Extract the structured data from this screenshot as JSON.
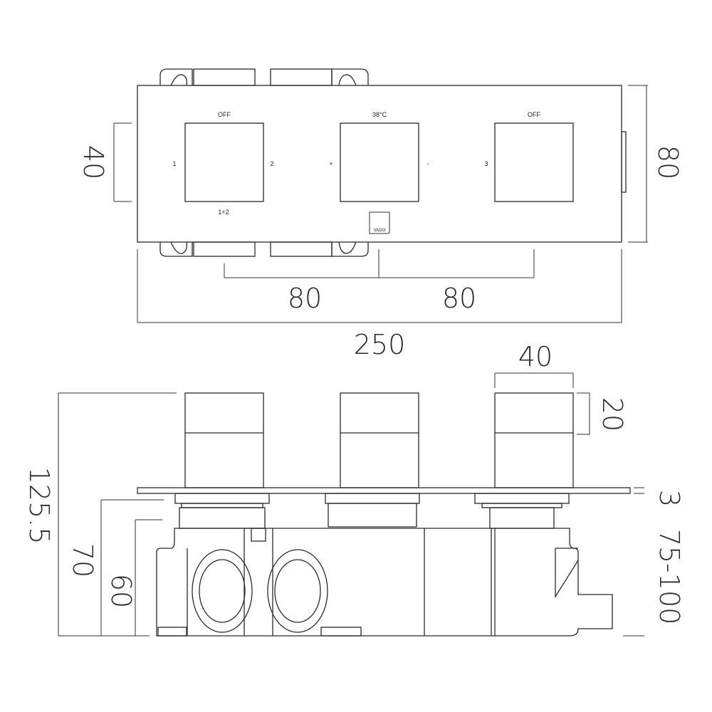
{
  "front_view": {
    "labels": {
      "left_top": "OFF",
      "center_top": "38°C",
      "right_top": "OFF",
      "left_side_1": "1",
      "left_side_2": "2",
      "left_bottom": "1+2",
      "center_plus": "+",
      "center_minus": "-",
      "right_side": "3"
    },
    "logo": "VADO",
    "dimensions": {
      "knob_height": "40",
      "plate_height": "80",
      "spacing_left": "80",
      "spacing_right": "80",
      "overall_width": "250"
    }
  },
  "side_view": {
    "dimensions": {
      "knob_width": "40",
      "knob_depth": "20",
      "overall_depth": "125.5",
      "body_depth": "70",
      "box_depth": "60",
      "plate_thickness": "3",
      "wall_range": "75-100"
    }
  }
}
